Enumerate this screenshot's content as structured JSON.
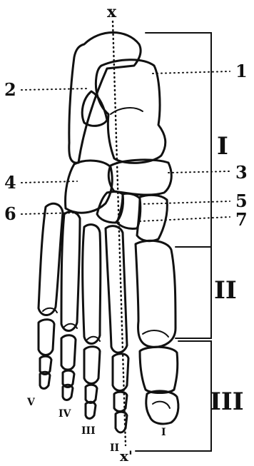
{
  "axis": {
    "top": "x",
    "bottom": "x'"
  },
  "callouts": {
    "c1": "1",
    "c2": "2",
    "c3": "3",
    "c4": "4",
    "c5": "5",
    "c6": "6",
    "c7": "7"
  },
  "regions": {
    "r1": "I",
    "r2": "II",
    "r3": "III"
  },
  "toes": {
    "t5": "V",
    "t4": "IV",
    "t3": "III",
    "t2": "II",
    "t1": "I"
  }
}
